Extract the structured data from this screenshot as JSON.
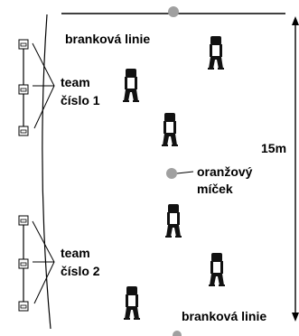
{
  "labels": {
    "goal_line_top": "branková linie",
    "goal_line_bottom": "branková linie",
    "ball_line1": "oranžový",
    "ball_line2": "míček",
    "team1_line1": "team",
    "team1_line2": "číslo 1",
    "team2_line1": "team",
    "team2_line2": "číslo 2",
    "distance": "15m"
  },
  "colors": {
    "ball": "#a0a0a0",
    "line": "#000000",
    "player_fill": "#111111"
  },
  "icons": {
    "player": "player-figure-icon",
    "ball": "ball-icon",
    "bench_seat": "bench-seat-icon",
    "arrow": "arrow-head-icon"
  }
}
